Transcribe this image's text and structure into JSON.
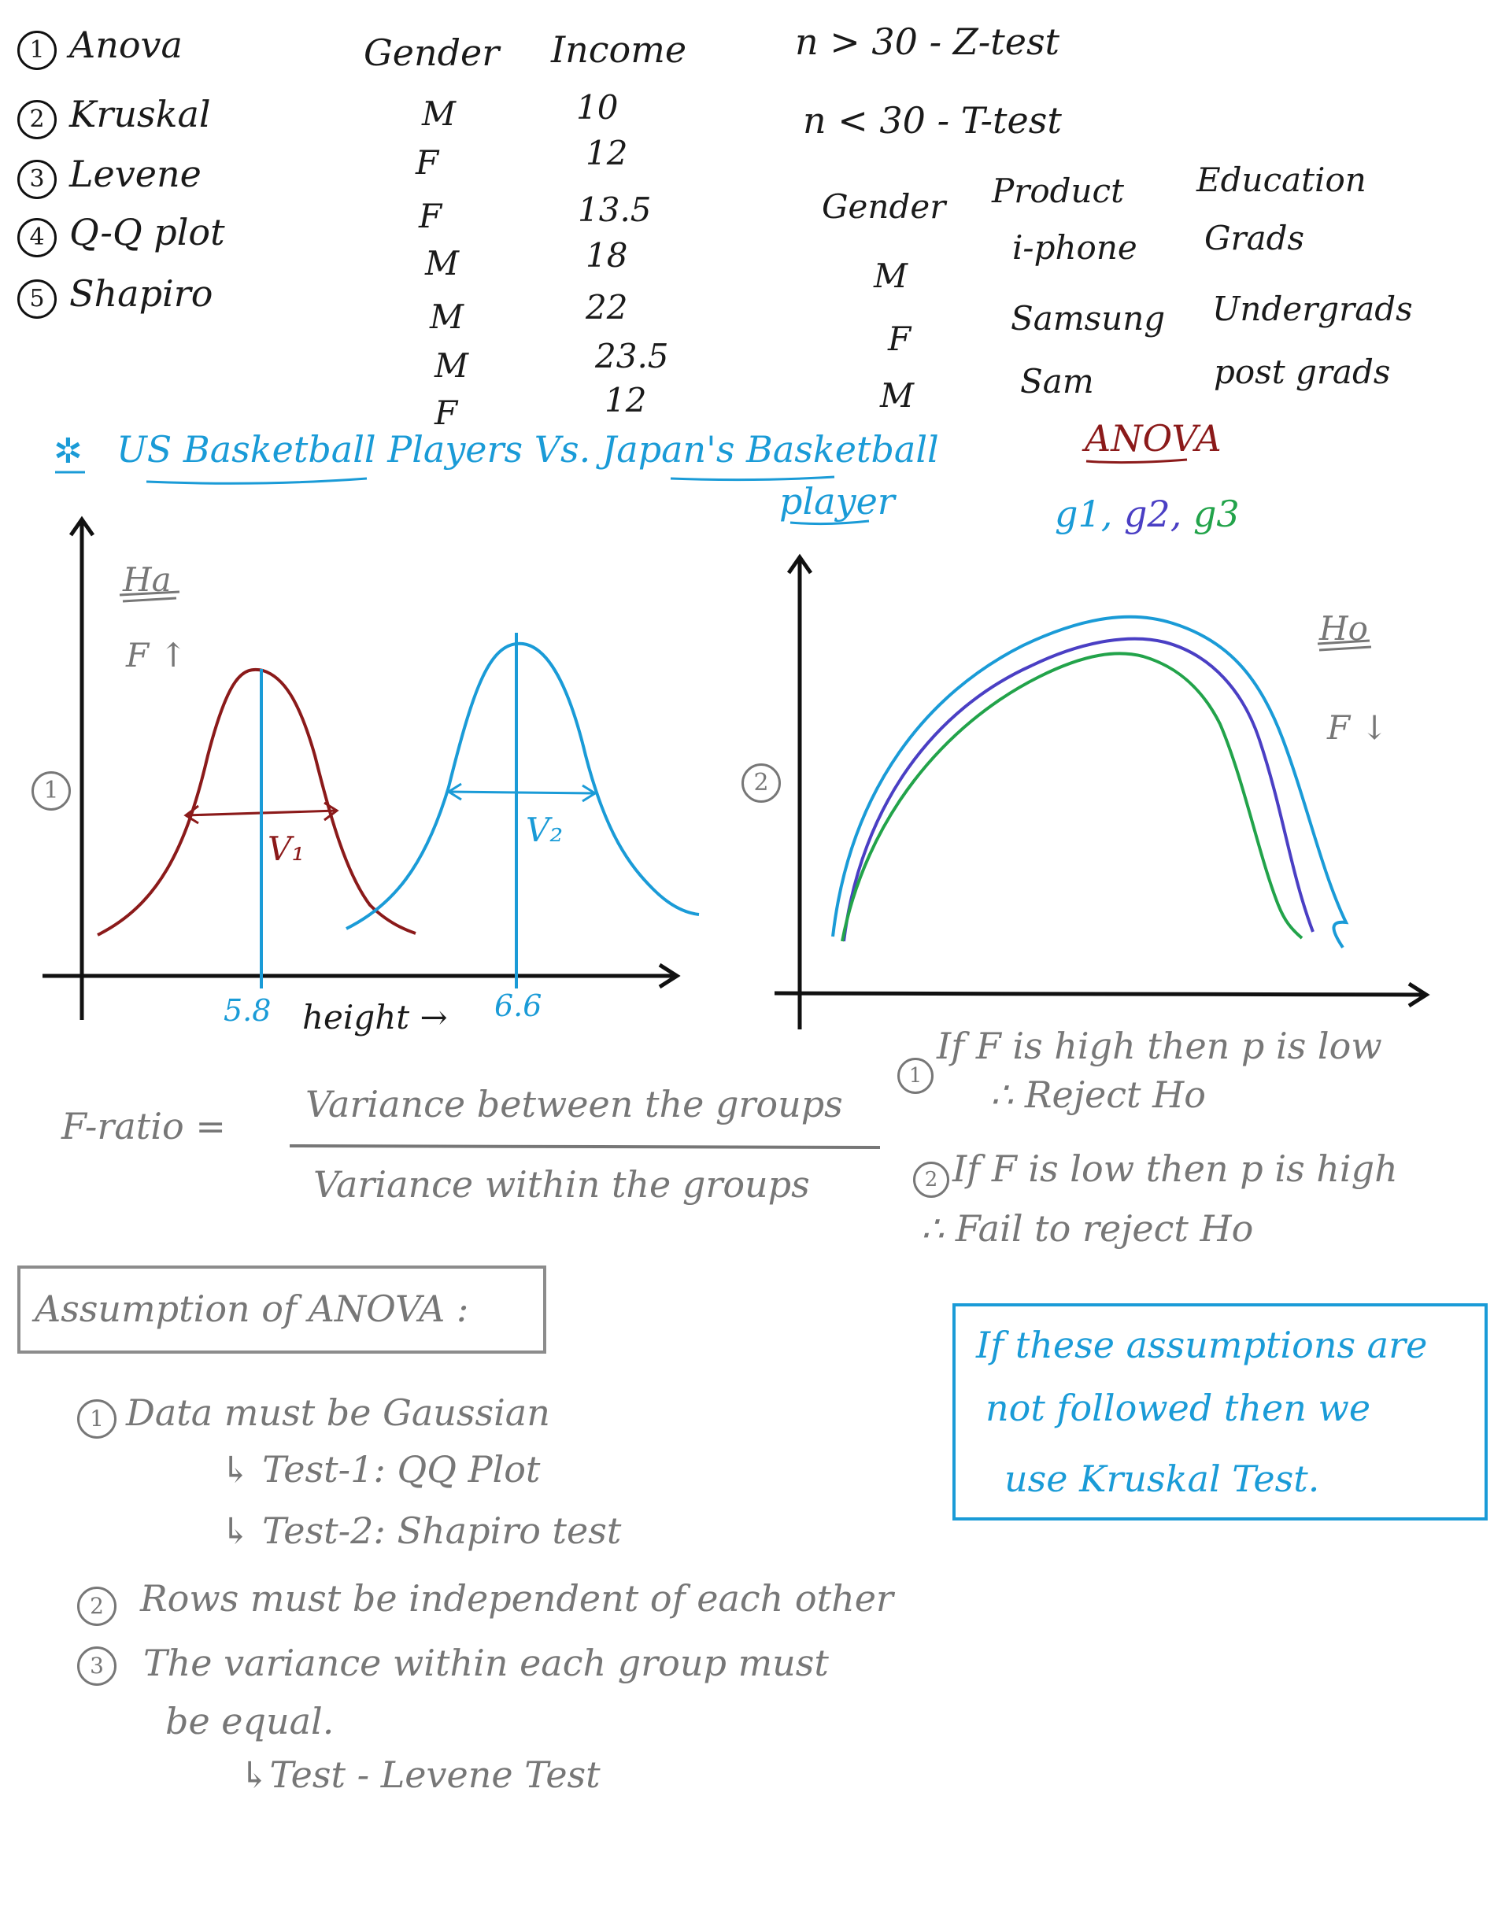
{
  "tests_list": [
    {
      "num": "1",
      "label": "Anova"
    },
    {
      "num": "2",
      "label": "Kruskal"
    },
    {
      "num": "3",
      "label": "Levene"
    },
    {
      "num": "4",
      "label": "Q-Q plot"
    },
    {
      "num": "5",
      "label": "Shapiro"
    }
  ],
  "table1": {
    "headers": [
      "Gender",
      "Income"
    ],
    "rows": [
      [
        "M",
        "10"
      ],
      [
        "F",
        "12"
      ],
      [
        "F",
        "13.5"
      ],
      [
        "M",
        "18"
      ],
      [
        "M",
        "22"
      ],
      [
        "M",
        "23.5"
      ],
      [
        "F",
        "12"
      ]
    ]
  },
  "ztest_rule": "n > 30 - Z-test",
  "ttest_rule": "n < 30 - T-test",
  "table2": {
    "headers": [
      "Gender",
      "Product",
      "Education"
    ],
    "rows": [
      [
        "M",
        "i-phone",
        "Grads"
      ],
      [
        "F",
        "Samsung",
        "Undergrads"
      ],
      [
        "M",
        "Sam",
        "post grads"
      ]
    ]
  },
  "title_line1": "US Basketball Players  Vs.  Japan's Basketball",
  "title_line2": "player",
  "anova_label": "ANOVA",
  "groups": {
    "g1": "g1",
    "g2": "g2",
    "g3": "g3",
    "sep": ","
  },
  "graph1": {
    "marker": "1",
    "ha": "Ha",
    "f_up": "F ↑",
    "v1": "V₁",
    "v2": "V₂",
    "x1": "5.8",
    "x2": "6.6",
    "xlabel": "height →"
  },
  "graph2": {
    "marker": "2",
    "ho": "Ho",
    "f_down": "F ↓"
  },
  "fratio": {
    "lhs": "F-ratio =",
    "numerator": "Variance between the groups",
    "denominator": "Variance within the groups"
  },
  "rules": {
    "r1_num": "1",
    "r1_line1": "If F is high then p is low",
    "r1_line2": "∴ Reject Ho",
    "r2_num": "2",
    "r2_line1": "If F is low then p is high",
    "r2_line2": "∴ Fail to reject Ho"
  },
  "assumptions": {
    "heading": "Assumption of ANOVA :",
    "a1": "Data must be Gaussian",
    "a1_t1": "↳ Test-1: QQ Plot",
    "a1_t2": "↳ Test-2: Shapiro test",
    "a2": "Rows must be independent of each other",
    "a3_line1": "The variance within each group must",
    "a3_line2": "be equal.",
    "a3_t": "↳Test - Levene Test",
    "n1": "1",
    "n2": "2",
    "n3": "3"
  },
  "note": {
    "line1": "If these assumptions are",
    "line2": "not followed then we",
    "line3": "use Kruskal Test."
  }
}
